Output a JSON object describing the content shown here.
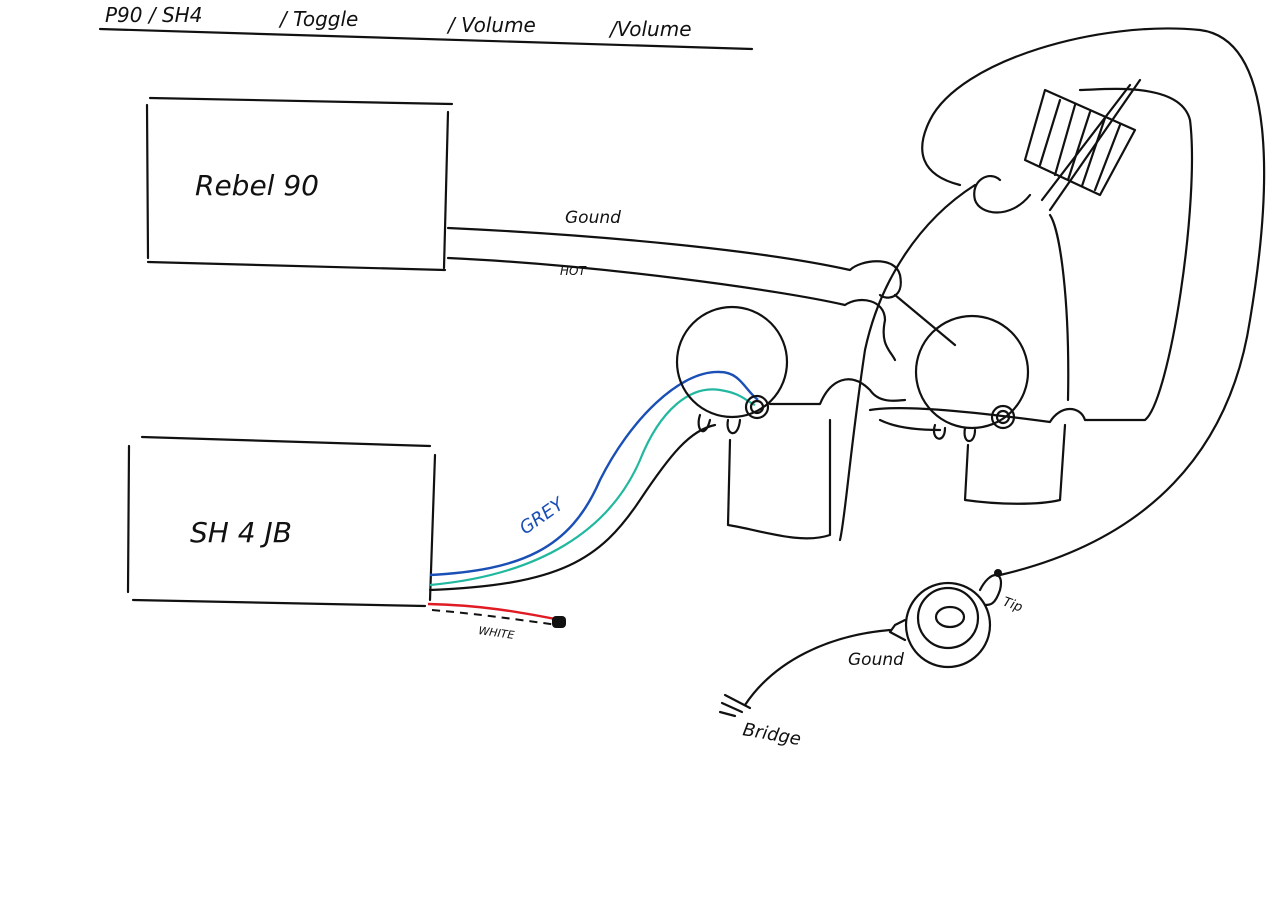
{
  "title": {
    "parts": [
      "P90 / SH4",
      "/ Toggle",
      "/ Volume",
      "/Volume"
    ]
  },
  "pickups": {
    "neck": "Rebel 90",
    "bridge": "SH 4 JB"
  },
  "wire_labels": {
    "ground_top": "Gound",
    "hot": "HOT",
    "grey": "GREY",
    "white": "WHITE",
    "jack_ground": "Gound",
    "tip": "Tip",
    "bridge": "Bridge"
  },
  "colors": {
    "ink": "#111111",
    "grey_wire": "#1a4fb5",
    "green_wire": "#22b8a0",
    "red_wire": "#e01b24"
  }
}
